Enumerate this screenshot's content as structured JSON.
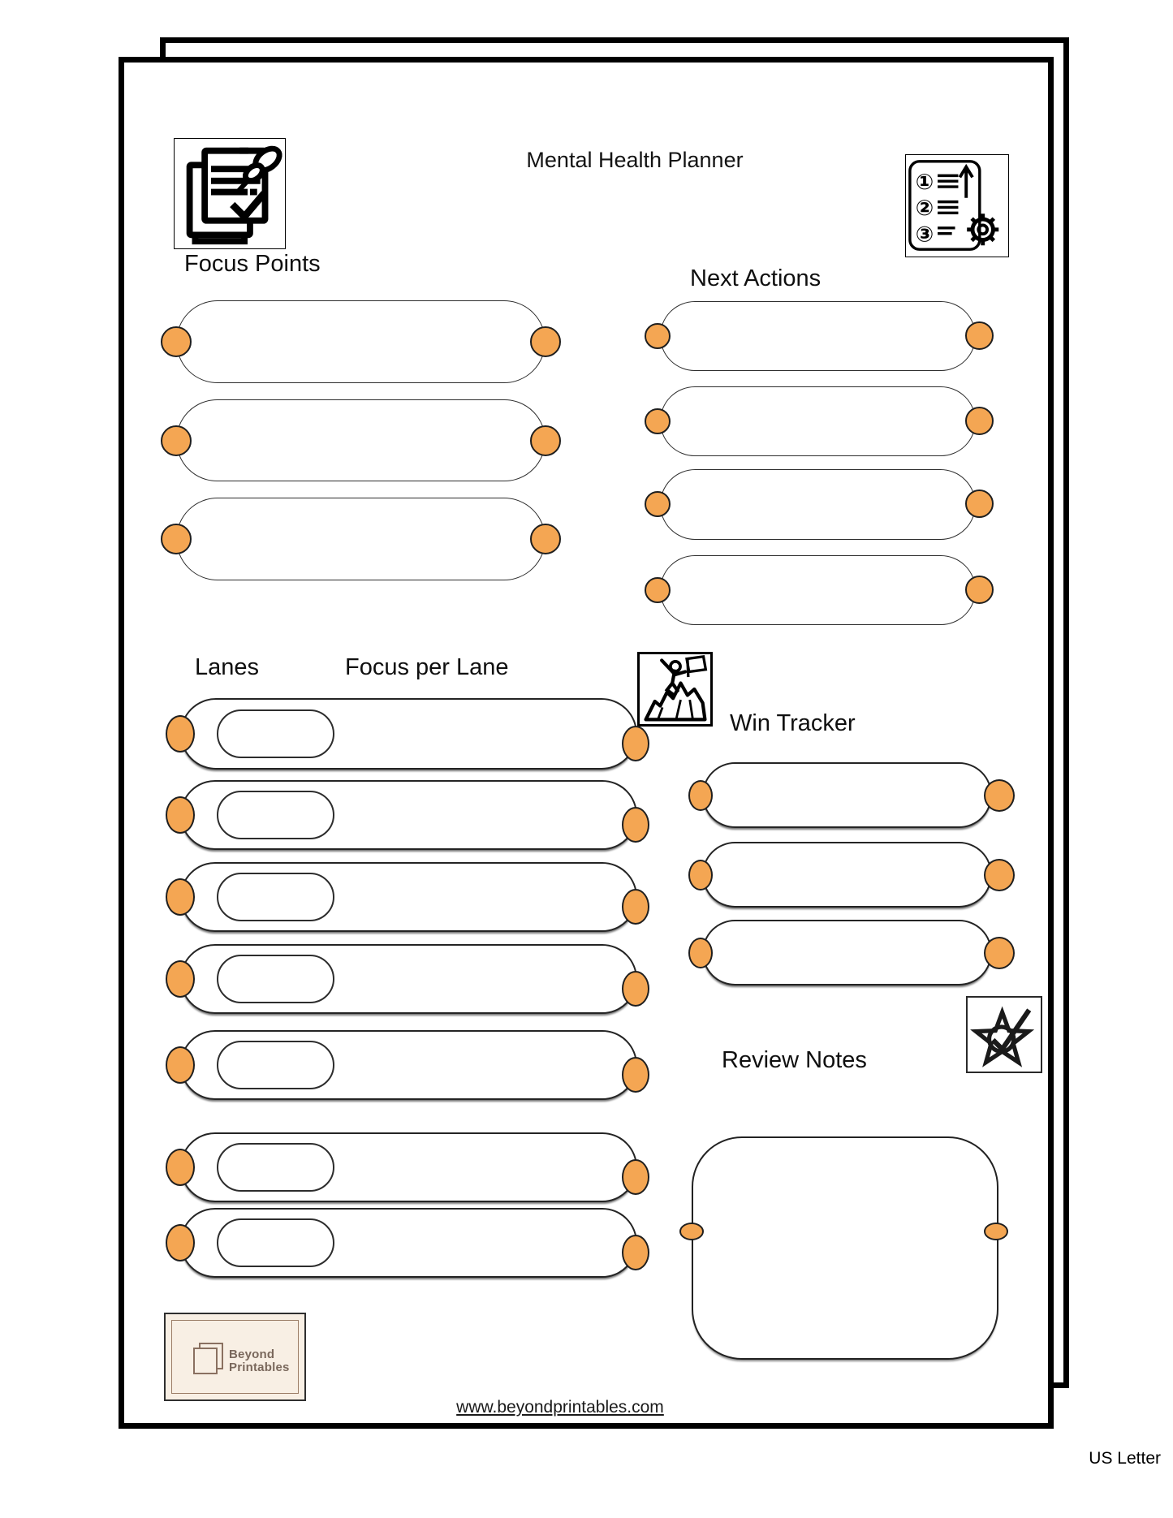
{
  "header": {
    "title": "Mental Health Planner"
  },
  "sections": {
    "focus_points": {
      "label": "Focus Points",
      "slot_count": 3
    },
    "next_actions": {
      "label": "Next Actions",
      "slot_count": 4
    },
    "lanes": {
      "label": "Lanes",
      "per_lane_label": "Focus per Lane",
      "row_count": 7
    },
    "win_tracker": {
      "label": "Win Tracker",
      "slot_count": 3
    },
    "review_notes": {
      "label": "Review Notes"
    }
  },
  "brand": {
    "line1": "Beyond",
    "line2": "Printables"
  },
  "footer": {
    "url": "www.beyondprintables.com",
    "paper_label": "US Letter"
  },
  "colors": {
    "accent_orange": "#F4A653",
    "dot_outline": "#1F1F1F",
    "page_border": "#000000",
    "logo_background": "#F8EFE4",
    "logo_text_color": "#7A685C"
  },
  "icons": {
    "top_left": "pinned-notes-icon",
    "top_right": "numbered-steps-gear-icon",
    "lanes": "mountain-climber-flag-icon",
    "review": "star-check-icon",
    "brand": "stacked-pages-icon"
  }
}
